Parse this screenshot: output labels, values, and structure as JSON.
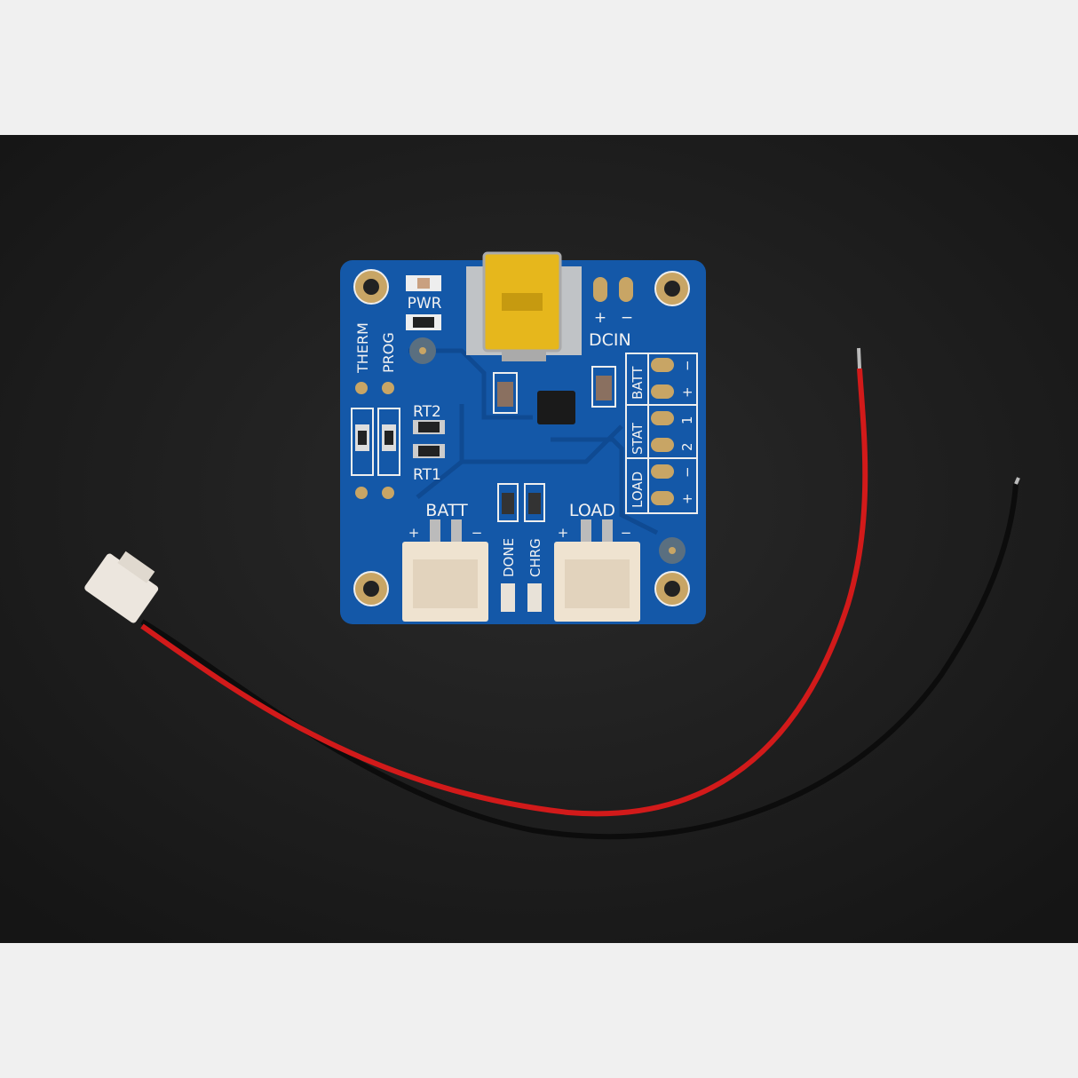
{
  "board": {
    "pwr": "PWR",
    "therm": "THERM",
    "prog": "PROG",
    "rt2": "RT2",
    "rt1": "RT1",
    "dcin": "DCIN",
    "dcin_plus": "+",
    "dcin_minus": "−",
    "batt": "BATT",
    "load": "LOAD",
    "done": "DONE",
    "chrg": "CHRG",
    "batt_plus": "+",
    "batt_minus": "−",
    "load_plus": "+",
    "load_minus": "−",
    "header": {
      "batt": "BATT",
      "stat": "STAT",
      "load": "LOAD",
      "pins": [
        "−",
        "+",
        "1",
        "2",
        "−",
        "+"
      ]
    }
  },
  "colors": {
    "background_band": "#f0f0f0",
    "backdrop": "#1d1d1d",
    "pcb": "#1458a8",
    "gold": "#c8a565",
    "usb": "#e6b71c",
    "wire_red": "#d21a1a",
    "wire_black": "#0c0c0c",
    "connector": "#efe3d0"
  }
}
